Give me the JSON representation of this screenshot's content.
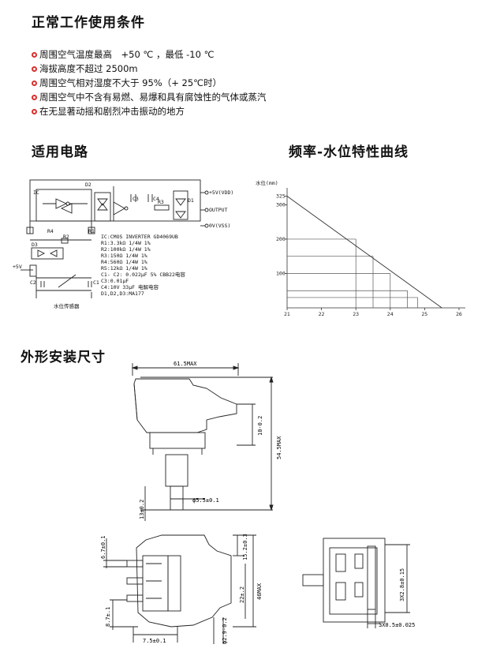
{
  "sections": {
    "conditions_title": "正常工作使用条件",
    "circuit_title": "适用电路",
    "curve_title": "频率-水位特性曲线",
    "dimensions_title": "外形安装尺寸"
  },
  "conditions": [
    "周围空气温度最高　+50 ℃ ，最低 -10 ℃",
    "海拔高度不超过 2500m",
    "周围空气相对湿度不大于 95%（+ 25℃时）",
    "周围空气中不含有易燃、易爆和具有腐蚀性的气体或蒸汽",
    "在无显著动摇和剧烈冲击振动的地方"
  ],
  "circuit": {
    "labels": {
      "ic": "IC",
      "d2": "D2",
      "c3": "C3",
      "c4": "C4",
      "r3": "R3",
      "d1": "D1",
      "vdd": "+5V(VDD)",
      "output": "OUTPUT",
      "vss": "0V(VSS)",
      "r4": "R4",
      "r1": "R1",
      "r2": "R2",
      "d3": "D3",
      "plus5v": "+5V",
      "c2": "C2",
      "c1": "C1",
      "sensor": "水位传感器"
    },
    "bom": [
      "IC:CMOS   INVERTER   GD4069UB",
      "R1:3.3kΩ    1/4W   1%",
      "R2:100kΩ    1/4W   1%",
      "R3:150Ω     1/4W   1%",
      "R4:560Ω     1/4W   1%",
      "R5:12kΩ     1/4W   1%",
      "C1- C2: 0.022μF    5%     CBB22电容",
      "C3:0.01μF",
      "C4:10V      33μF    电解电容",
      "D1,D2,D3:MA177"
    ]
  },
  "chart_data": {
    "type": "line",
    "title": "频率-水位特性曲线",
    "ylabel": "水位(mm)",
    "xlabel": "",
    "x": [
      21,
      25.5
    ],
    "y": [
      325,
      0
    ],
    "xticks": [
      "21",
      "22",
      "23",
      "24",
      "25",
      "26"
    ],
    "yticks": [
      "325",
      "300",
      "200",
      "100"
    ],
    "xlim": [
      21,
      26
    ],
    "ylim": [
      0,
      340
    ],
    "grid_points": [
      [
        23,
        200
      ],
      [
        23.5,
        150
      ],
      [
        24,
        100
      ],
      [
        24.5,
        50
      ],
      [
        24.8,
        30
      ]
    ]
  },
  "dimensions": {
    "top": {
      "width": "61.5MAX",
      "height": "54.5MAX",
      "side": "10-0.2",
      "shaft": "ϕ5.5±0.1",
      "base": "13±0.2"
    },
    "bottom_left": {
      "a": "6.7±0.1",
      "b": "8.7±.1",
      "c": "7.5±0.1",
      "d": "ϕ2.9-0.2",
      "e": "15.2±0.3",
      "f": "46MAX",
      "g": "22±.2"
    },
    "bottom_right": {
      "a": "3X2.8±0.15",
      "b": "3X0.5±0.025"
    }
  }
}
